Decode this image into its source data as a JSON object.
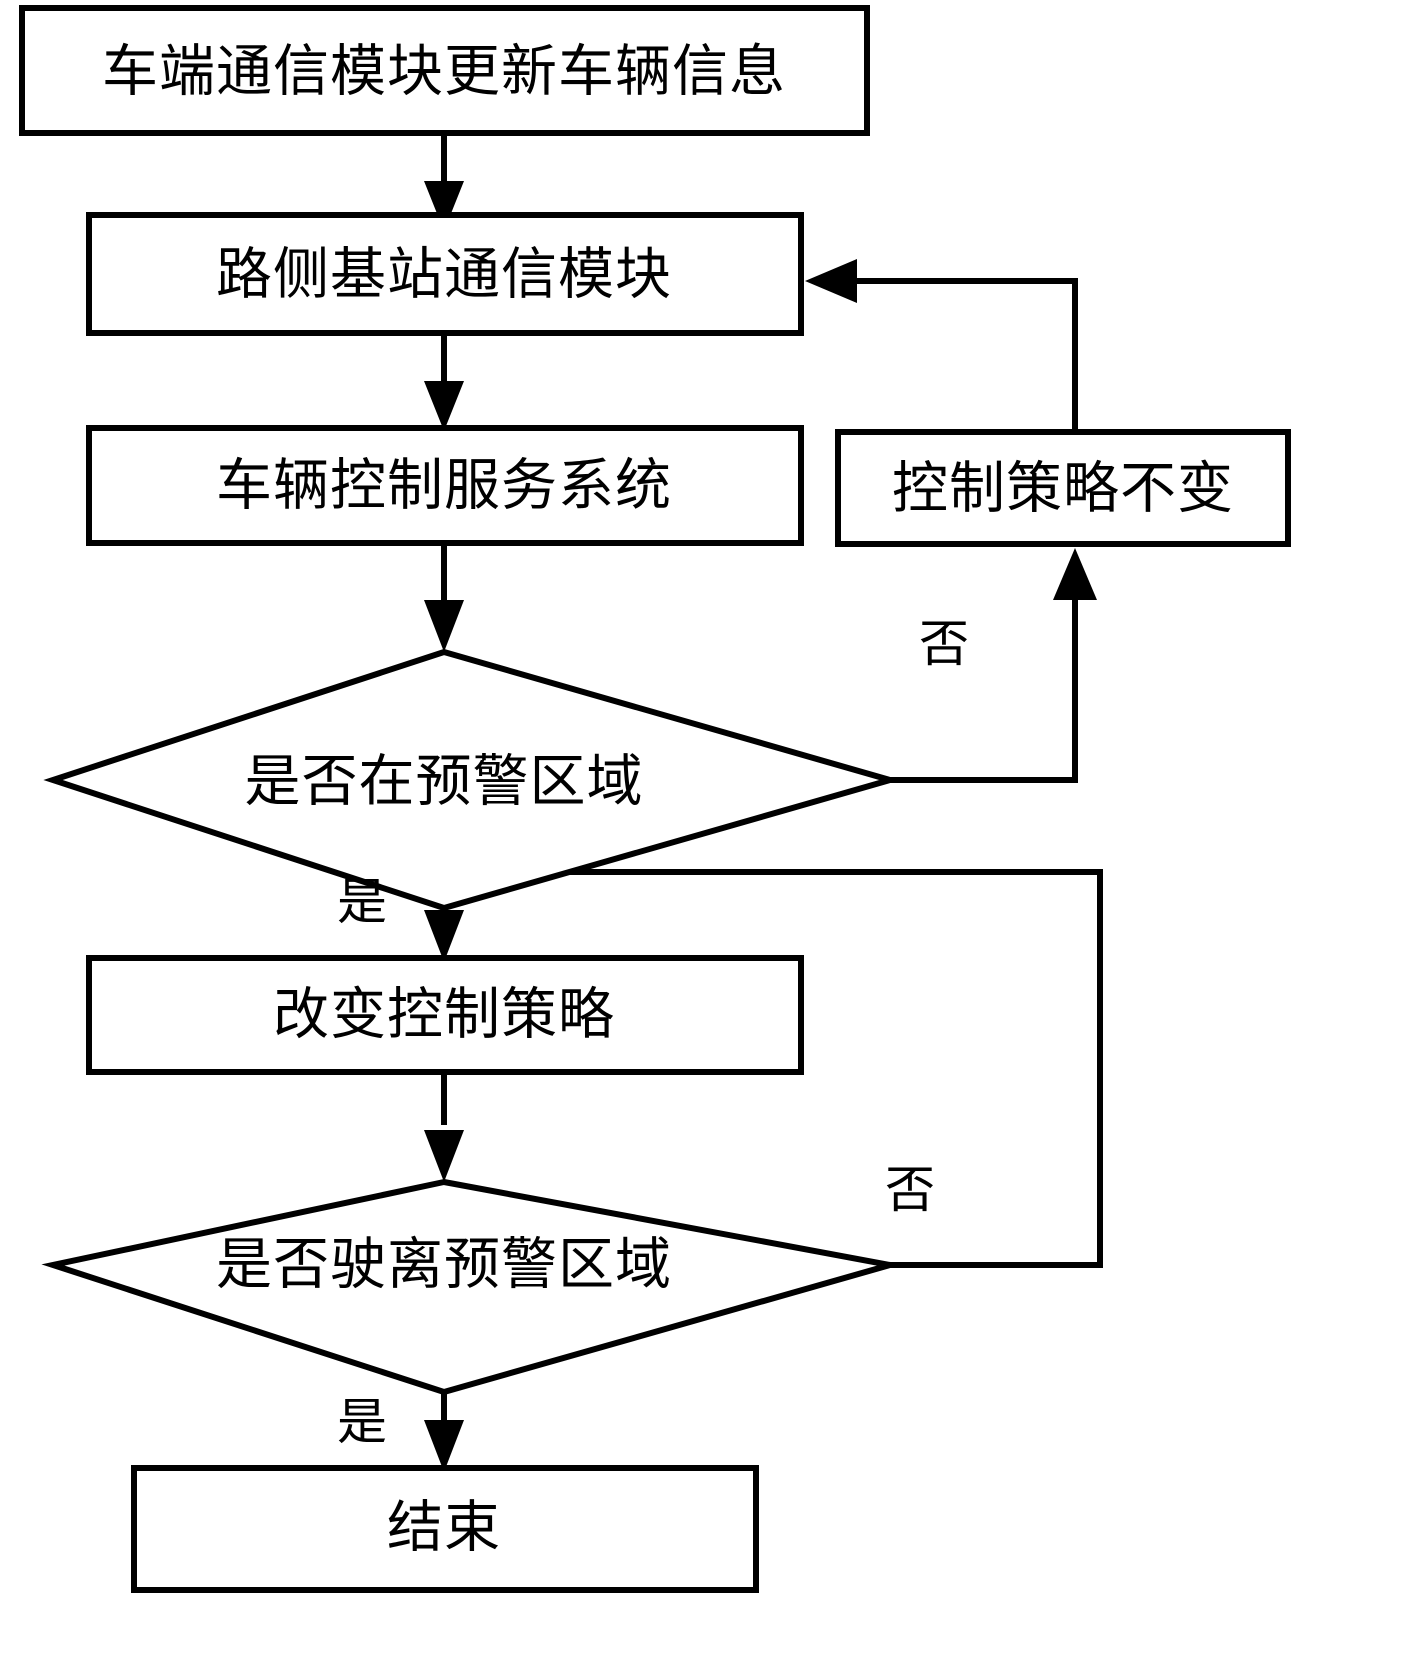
{
  "diagram": {
    "type": "flowchart",
    "orientation": "top-to-bottom",
    "language": "zh-CN",
    "stroke_color": "#000000",
    "fill_color": "#ffffff",
    "background_color": "#ffffff",
    "nodes": [
      {
        "id": "n1",
        "shape": "rectangle",
        "label": "车端通信模块更新车辆信息"
      },
      {
        "id": "n2",
        "shape": "rectangle",
        "label": "路侧基站通信模块"
      },
      {
        "id": "n3",
        "shape": "rectangle",
        "label": "车辆控制服务系统"
      },
      {
        "id": "n4",
        "shape": "rectangle",
        "label": "控制策略不变"
      },
      {
        "id": "n5",
        "shape": "diamond",
        "label": "是否在预警区域"
      },
      {
        "id": "n6",
        "shape": "rectangle",
        "label": "改变控制策略"
      },
      {
        "id": "n7",
        "shape": "diamond",
        "label": "是否驶离预警区域"
      },
      {
        "id": "n8",
        "shape": "rectangle",
        "label": "结束"
      }
    ],
    "edge_labels": {
      "no_upper": "否",
      "yes_upper": "是",
      "no_lower": "否",
      "yes_lower": "是"
    },
    "edges": [
      {
        "from": "n1",
        "to": "n2",
        "label": ""
      },
      {
        "from": "n2",
        "to": "n3",
        "label": ""
      },
      {
        "from": "n3",
        "to": "n5",
        "label": ""
      },
      {
        "from": "n5",
        "to": "n4",
        "label": "否"
      },
      {
        "from": "n4",
        "to": "n2",
        "label": ""
      },
      {
        "from": "n5",
        "to": "n6",
        "label": "是"
      },
      {
        "from": "n6",
        "to": "n7",
        "label": ""
      },
      {
        "from": "n7",
        "to": "n6",
        "label": "否"
      },
      {
        "from": "n7",
        "to": "n8",
        "label": "是"
      }
    ]
  }
}
